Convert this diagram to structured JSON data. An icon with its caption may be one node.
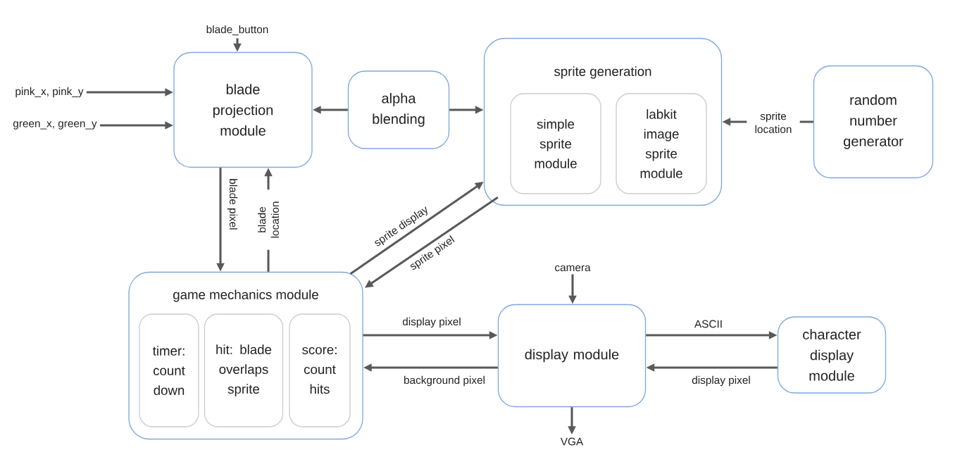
{
  "diagram": {
    "nodes": [
      {
        "text": [
          "blade_button"
        ]
      },
      {
        "text": [
          "pink_x, pink_y"
        ]
      },
      {
        "text": [
          "green_x, green_y"
        ]
      },
      {
        "text": [
          "blade projection module"
        ]
      },
      {
        "text": [
          "alpha blending"
        ]
      },
      {
        "text": [
          "sprite generation"
        ]
      },
      {
        "text": [
          "simple sprite module"
        ],
        "in": 5
      },
      {
        "text": [
          "labkit image sprite module"
        ],
        "in": 5
      },
      {
        "text": [
          "random number generator"
        ]
      },
      {
        "text": [
          "game mechanics module"
        ]
      },
      {
        "text": [
          "timer: count down"
        ],
        "in": 9
      },
      {
        "text": [
          "hit: blade overlaps sprite"
        ],
        "in": 9
      },
      {
        "text": [
          "score: count hits"
        ],
        "in": 9
      },
      {
        "text": [
          "camera"
        ]
      },
      {
        "text": [
          "display module"
        ]
      },
      {
        "text": [
          "character display module"
        ]
      },
      {
        "text": [
          "VGA"
        ]
      }
    ],
    "edges": [
      {
        "from": 0,
        "to": 3,
        "arrow": "to"
      },
      {
        "from": 1,
        "to": 3,
        "arrow": "to"
      },
      {
        "from": 2,
        "to": 3,
        "arrow": "to"
      },
      {
        "from": 4,
        "to": 3,
        "arrow": "to"
      },
      {
        "from": 4,
        "to": 5,
        "arrow": "to"
      },
      {
        "from": 8,
        "to": 5,
        "arrow": "to",
        "label": "sprite location"
      },
      {
        "from": 3,
        "to": 9,
        "arrow": "to",
        "label": "blade pixel"
      },
      {
        "from": 9,
        "to": 3,
        "arrow": "to",
        "label": "blade location"
      },
      {
        "from": 9,
        "to": 5,
        "arrow": "to",
        "label": "sprite display"
      },
      {
        "from": 5,
        "to": 9,
        "arrow": "to",
        "label": "sprite pixel"
      },
      {
        "from": 9,
        "to": 14,
        "arrow": "to",
        "label": "display pixel"
      },
      {
        "from": 14,
        "to": 9,
        "arrow": "to",
        "label": "background pixel"
      },
      {
        "from": 13,
        "to": 14,
        "arrow": "to"
      },
      {
        "from": 14,
        "to": 15,
        "arrow": "to",
        "label": "ASCII"
      },
      {
        "from": 15,
        "to": 14,
        "arrow": "to",
        "label": "display pixel"
      },
      {
        "from": 14,
        "to": 16,
        "arrow": "to"
      }
    ]
  }
}
